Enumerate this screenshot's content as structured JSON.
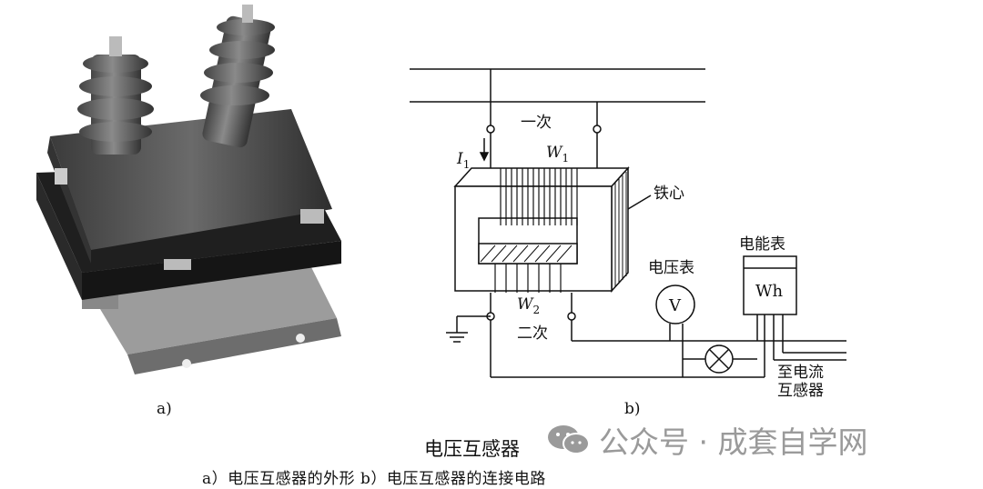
{
  "figure": {
    "label_a": "a)",
    "label_b": "b)",
    "title": "电压互感器",
    "caption": "a）电压互感器的外形   b）电压互感器的连接电路"
  },
  "diagram": {
    "primary_label": "一次",
    "secondary_label": "二次",
    "current_label": "I",
    "current_sub": "1",
    "w1_label": "W",
    "w1_sub": "1",
    "w2_label": "W",
    "w2_sub": "2",
    "core_label": "铁心",
    "voltmeter_label": "电压表",
    "voltmeter_symbol": "V",
    "energy_meter_label": "电能表",
    "energy_meter_symbol": "Wh",
    "to_ct_line1": "至电流",
    "to_ct_line2": "互感器"
  },
  "watermark": {
    "text": "公众号 · 成套自学网",
    "icon": "wechat-icon"
  }
}
